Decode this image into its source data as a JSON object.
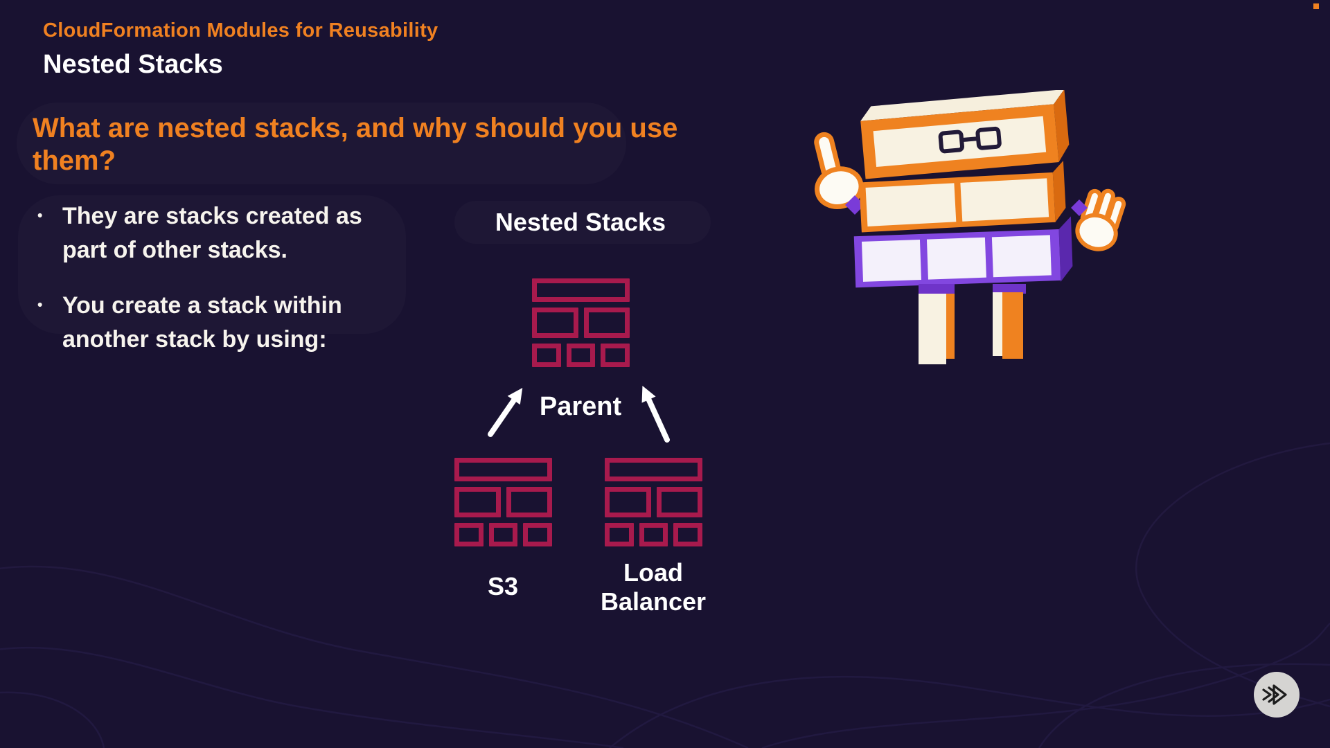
{
  "header": {
    "kicker": "CloudFormation Modules for Reusability",
    "title": "Nested Stacks"
  },
  "body": {
    "question": "What are nested stacks, and why should you use them?",
    "bullets": [
      "They are stacks created as part of other stacks.",
      "You create a stack within another stack by using:"
    ]
  },
  "diagram": {
    "title": "Nested Stacks",
    "parent_label": "Parent",
    "children": [
      {
        "label": "S3"
      },
      {
        "label": "Load Balancer"
      }
    ]
  },
  "icons": {
    "stack": "brick-stack-icon",
    "arrow": "up-arrow-icon",
    "mascot": "brick-character-mascot",
    "logo": "pluralsight-play-logo"
  },
  "colors": {
    "background": "#191231",
    "accent_orange": "#f08121",
    "stack_crimson": "#a81a4d",
    "text_white": "#f7f4ee",
    "mascot_purple": "#7a3bd8",
    "logo_circle_gray": "#d5d4d2"
  }
}
